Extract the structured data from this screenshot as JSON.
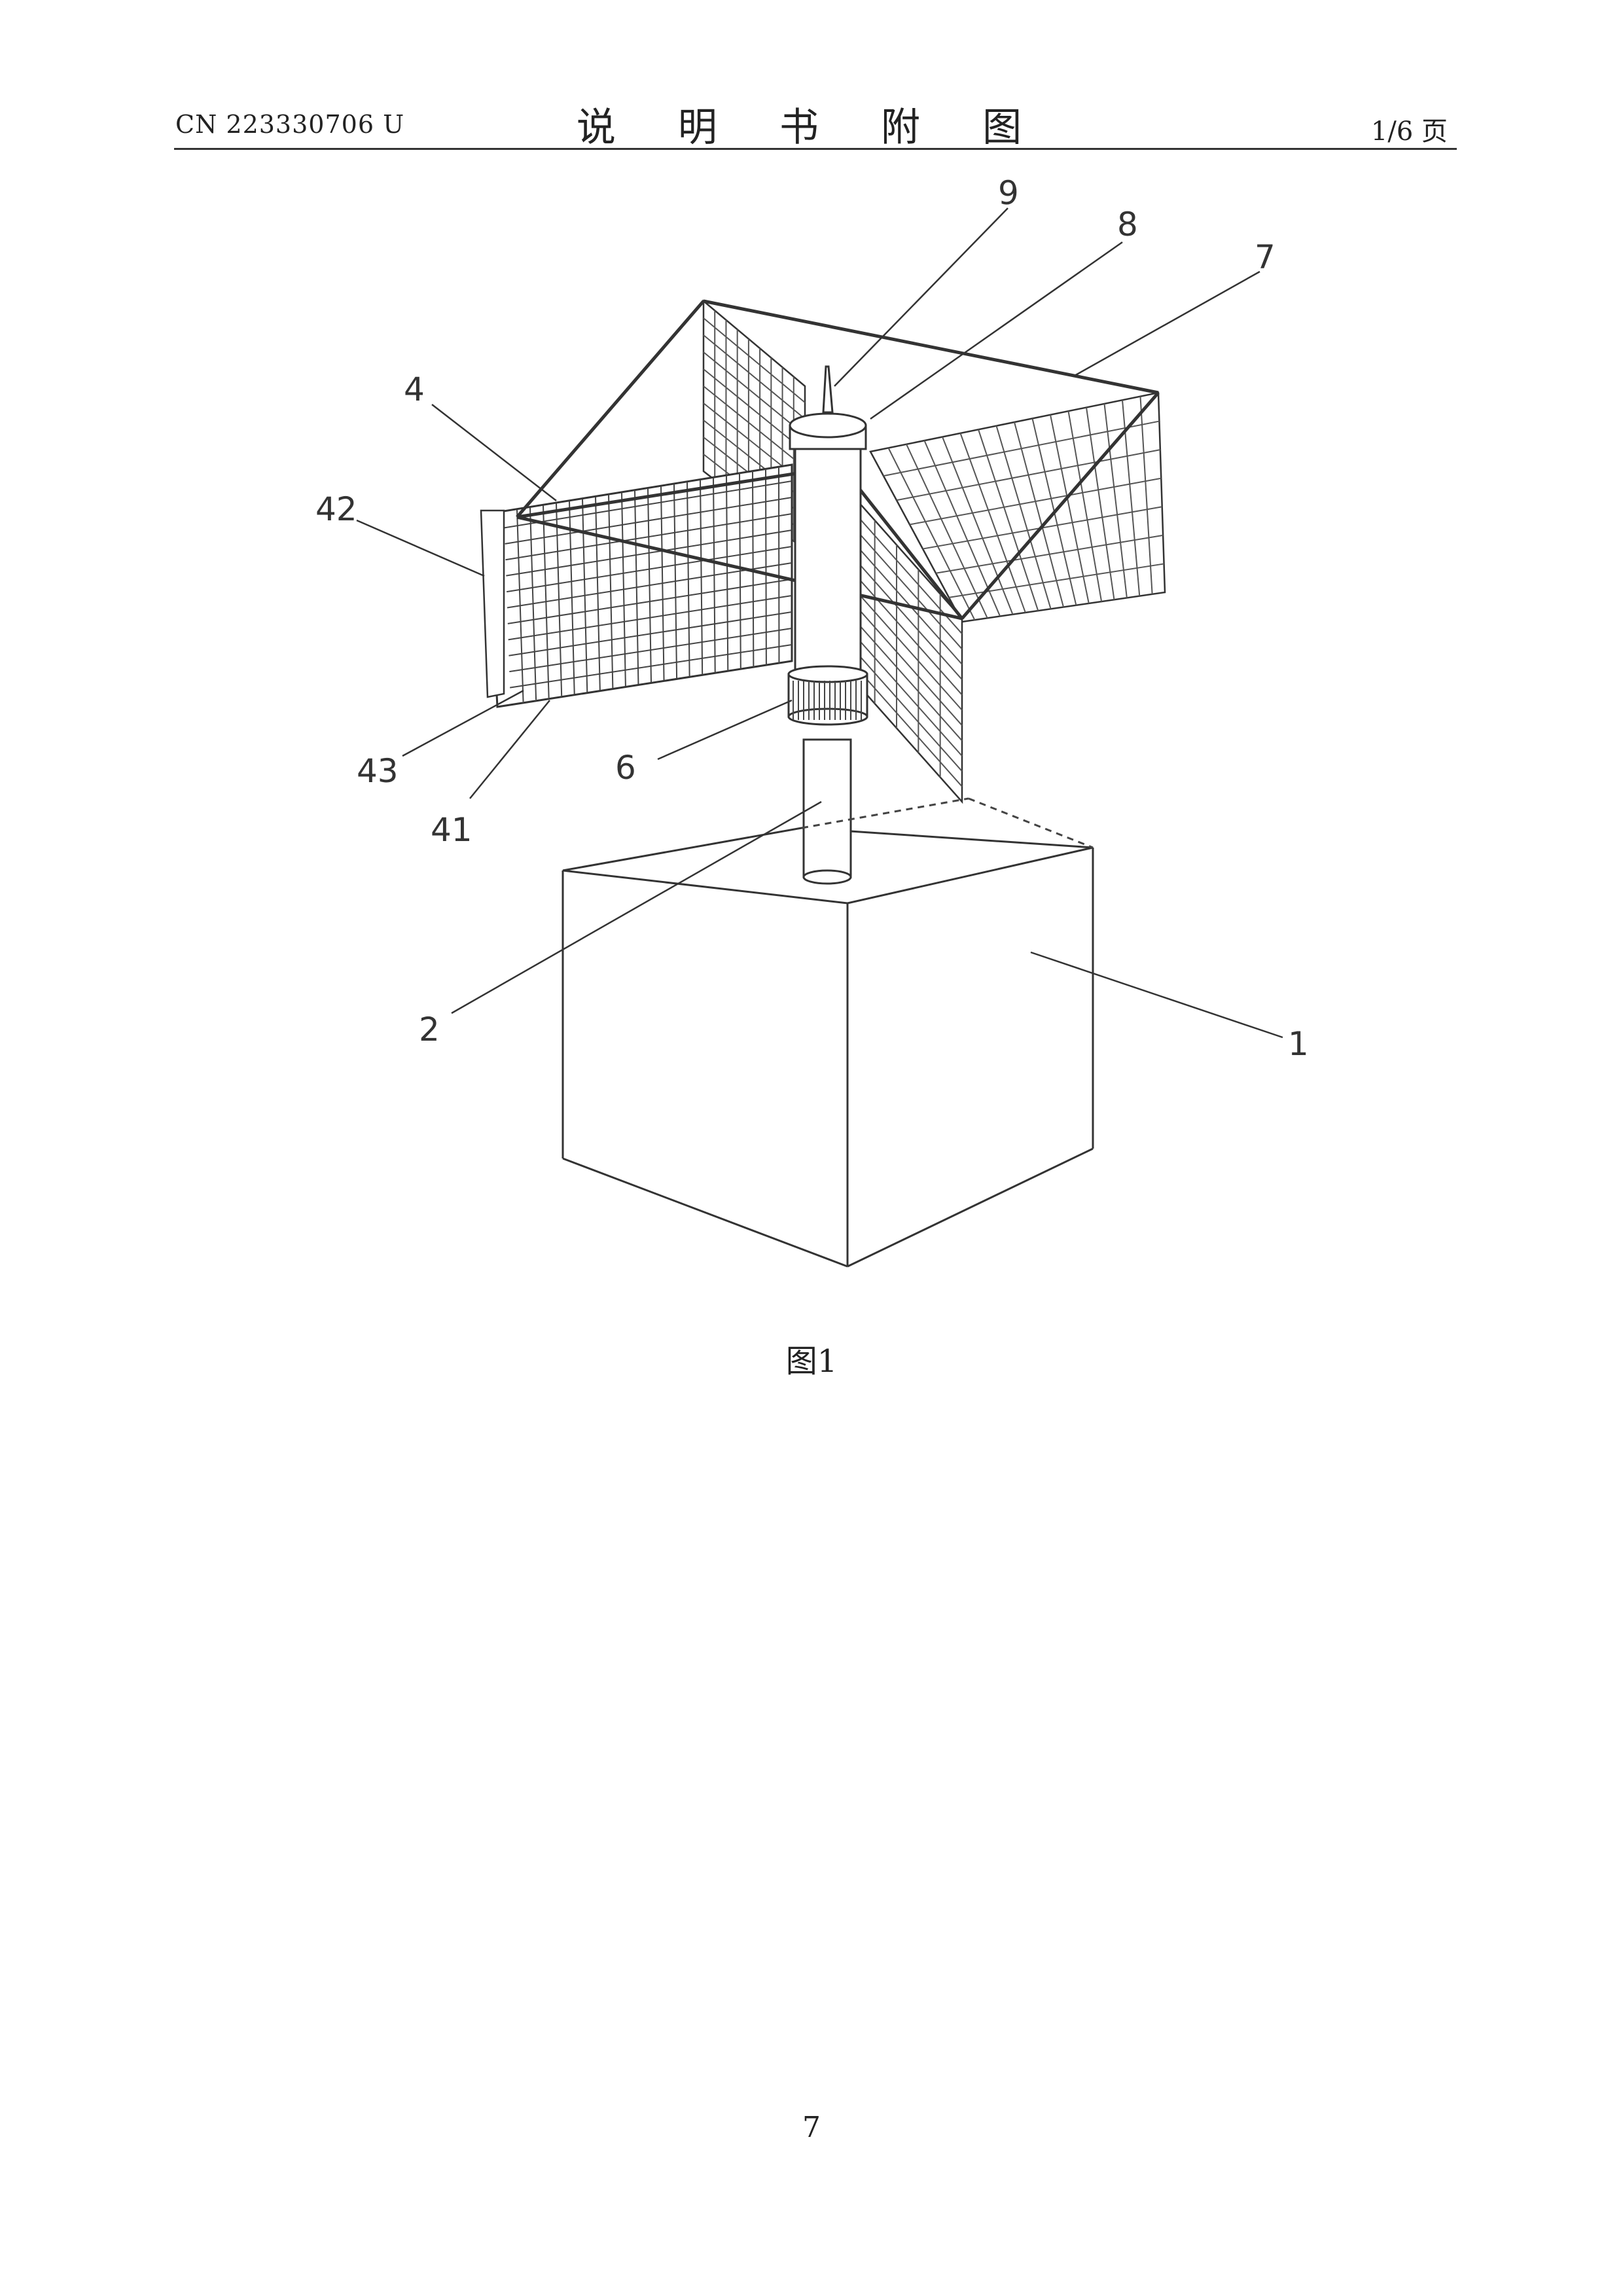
{
  "header": {
    "patent_number": "CN 223330706 U",
    "title": "说 明 书 附 图",
    "page_of": "1/6 页"
  },
  "figure": {
    "caption": "图1",
    "callouts": [
      "9",
      "8",
      "7",
      "4",
      "42",
      "43",
      "41",
      "6",
      "2",
      "1"
    ]
  },
  "footer": {
    "page_number": "7"
  }
}
